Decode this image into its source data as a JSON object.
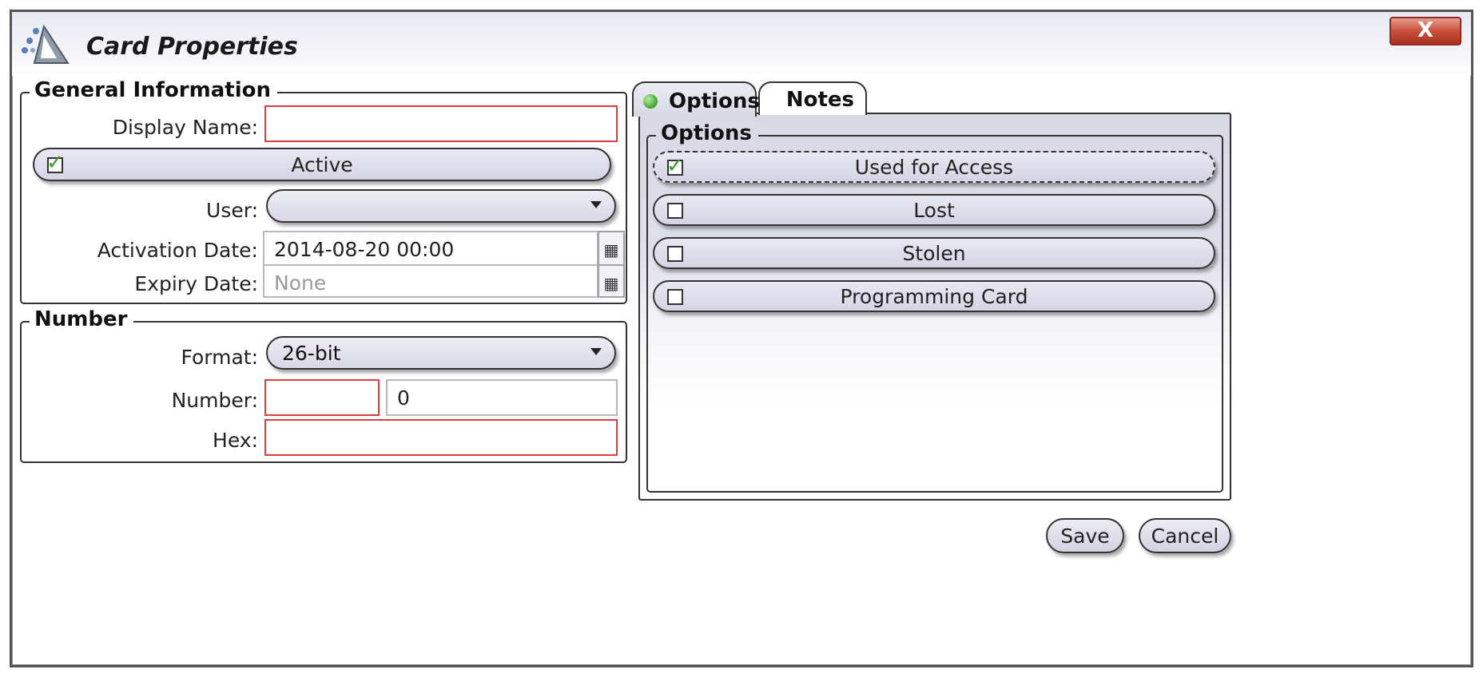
{
  "window": {
    "title": "Card Properties",
    "close_label": "X"
  },
  "general": {
    "legend": "General Information",
    "display_name_label": "Display Name:",
    "display_name_value": "",
    "active_label": "Active",
    "active_checked": true,
    "user_label": "User:",
    "user_value": "",
    "activation_label": "Activation Date:",
    "activation_value": "2014-08-20 00:00",
    "expiry_label": "Expiry Date:",
    "expiry_placeholder": "None"
  },
  "number": {
    "legend": "Number",
    "format_label": "Format:",
    "format_value": "26-bit",
    "number_label": "Number:",
    "facility_value": "",
    "number_value": "0",
    "hex_label": "Hex:",
    "hex_value": ""
  },
  "tabs": [
    {
      "label": "Options",
      "selected": true,
      "status": "green"
    },
    {
      "label": "Notes",
      "selected": false
    }
  ],
  "options": {
    "legend": "Options",
    "items": [
      {
        "label": "Used for Access",
        "checked": true
      },
      {
        "label": "Lost",
        "checked": false
      },
      {
        "label": "Stolen",
        "checked": false
      },
      {
        "label": "Programming Card",
        "checked": false
      }
    ]
  },
  "footer": {
    "save_label": "Save",
    "cancel_label": "Cancel"
  },
  "colors": {
    "error_border": "#d94040",
    "check_green": "#3c9a2c",
    "status_dot": "#4cae3a"
  }
}
